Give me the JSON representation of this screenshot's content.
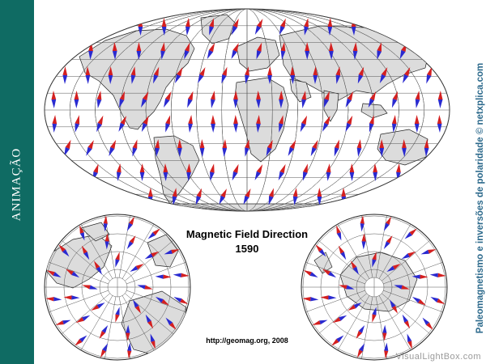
{
  "banner": {
    "label": "ANIMAÇÃO"
  },
  "map": {
    "title": "Magnetic Field Direction",
    "year": "1590",
    "source": "http://geomag.org, 2008",
    "land_color": "#dcdcdc",
    "arrow_north_color": "#d42020",
    "arrow_south_color": "#2a2ad0"
  },
  "credit": "Paleomagnetismo e inversões de polaridade © netxplica.com",
  "watermark": "VisualLightBox.com",
  "colors": {
    "banner": "#0f6b63",
    "credit": "#2d6a8c"
  }
}
